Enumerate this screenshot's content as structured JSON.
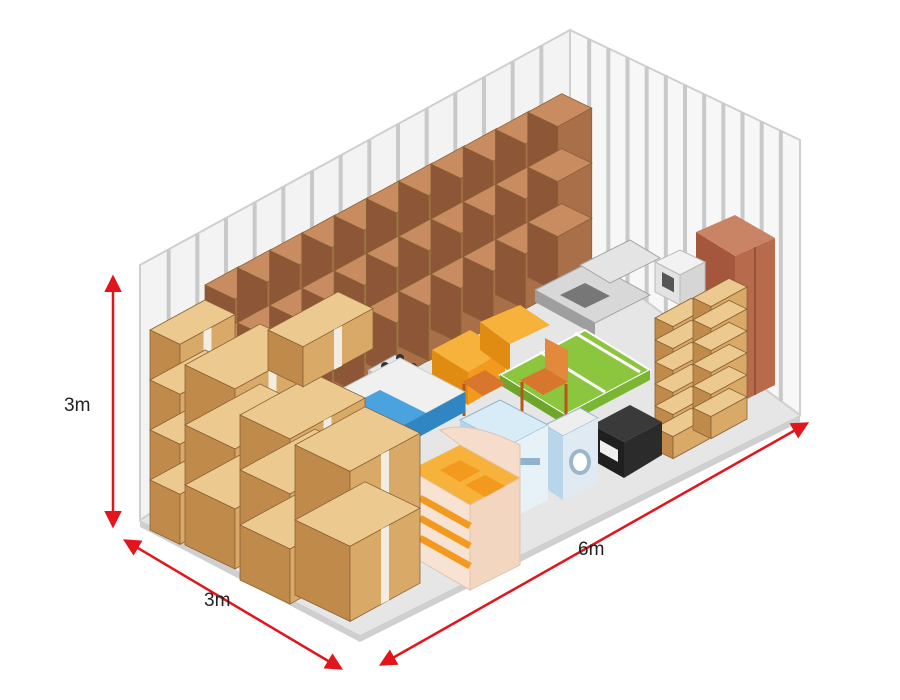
{
  "dimensions": {
    "height": "3m",
    "width": "3m",
    "length": "6m"
  },
  "colors": {
    "arrow": "#e3141b",
    "wall": "#f1f1f1",
    "wall_stripe": "#c9c9c9",
    "floor": "#e6e6e6",
    "box_front": "#d9a968",
    "box_side": "#c08a4a",
    "box_top": "#ecc98f",
    "tape": "#f3ece0",
    "dark_box_front": "#a86f48",
    "dark_box_side": "#8d5636",
    "dark_box_top": "#c98c60",
    "orange": "#f39a1e",
    "green": "#8cc63f",
    "blue": "#4aa3df",
    "wardrobe": "#b0664a",
    "black": "#222222"
  },
  "icons": [
    "storage-unit-illustration",
    "dimension-arrow-icon"
  ]
}
